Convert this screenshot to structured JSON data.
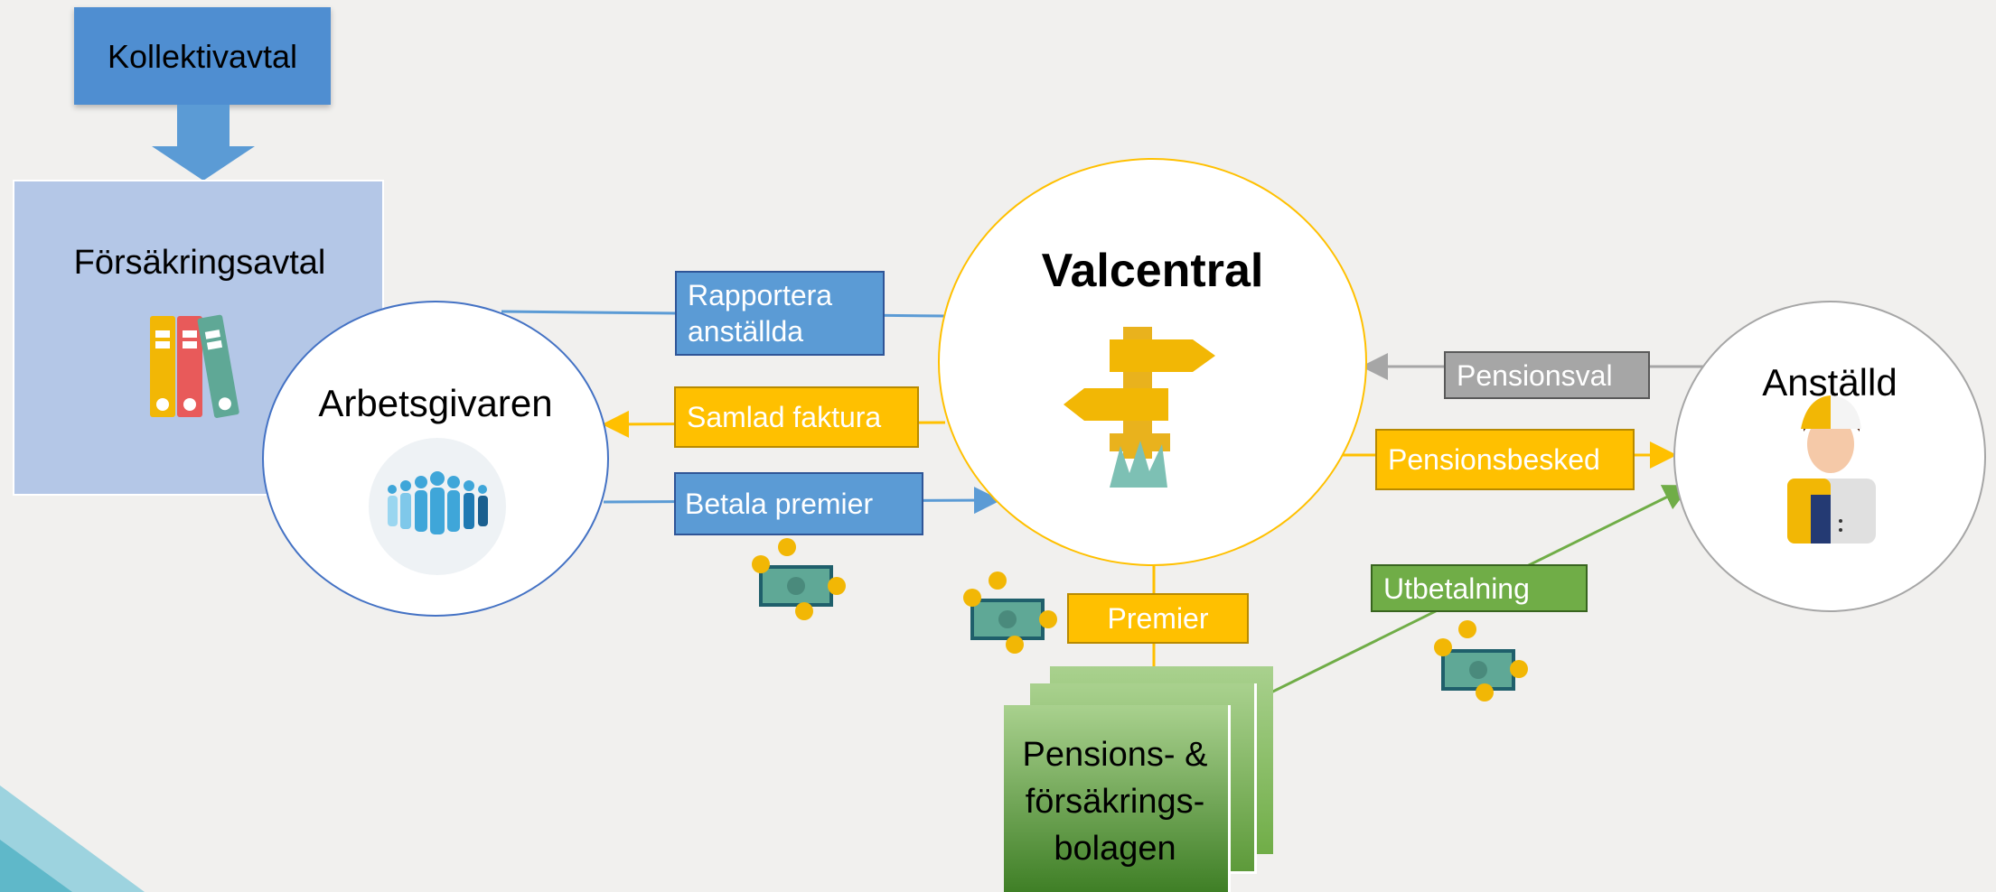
{
  "nodes": {
    "kollektivavtal": "Kollektivavtal",
    "forsakringsavtal": "Försäkringsavtal",
    "arbetsgivaren": "Arbetsgivaren",
    "valcentral": "Valcentral",
    "anstalld": "Anställd",
    "bolagen": "Pensions- & försäkrings- bolagen"
  },
  "flows": {
    "rapportera": "Rapportera anställda",
    "samlad_faktura": "Samlad faktura",
    "betala_premier": "Betala premier",
    "premier": "Premier",
    "pensionsval": "Pensionsval",
    "pensionsbesked": "Pensionsbesked",
    "utbetalning": "Utbetalning"
  },
  "colors": {
    "blue": "#5b9bd5",
    "yellow": "#ffc000",
    "gray": "#a6a6a6",
    "green": "#70ad47",
    "light_blue": "#b4c7e7"
  },
  "icons": [
    "binders-icon",
    "people-icon",
    "signpost-icon",
    "worker-icon",
    "money-icon"
  ]
}
